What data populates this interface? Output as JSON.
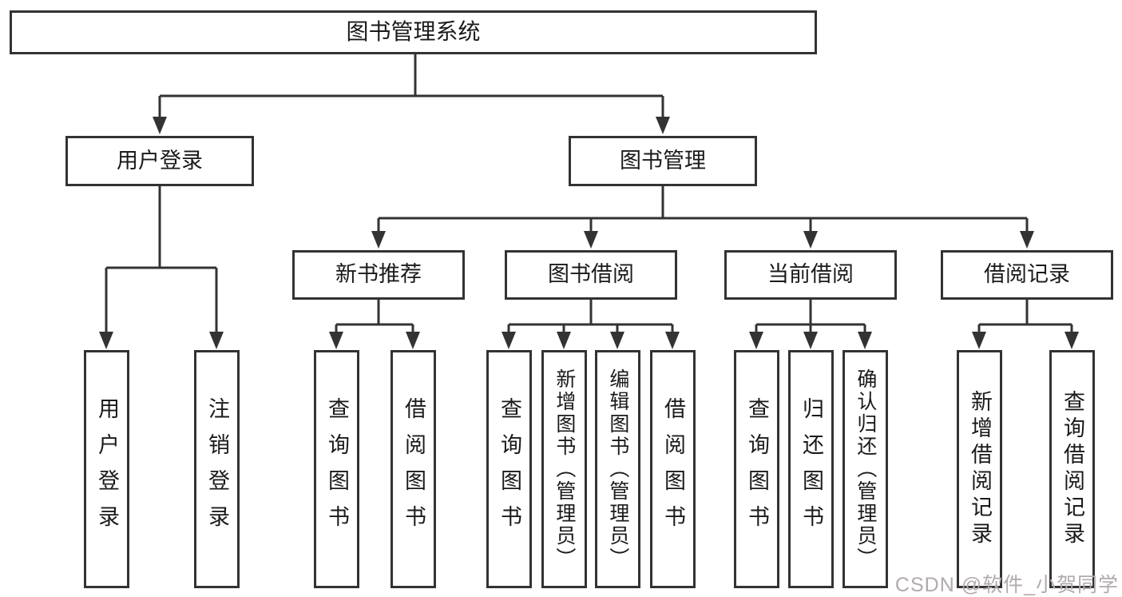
{
  "diagram": {
    "root": {
      "label": "图书管理系统",
      "children": [
        {
          "label": "用户登录",
          "children": [
            {
              "label": "用户登录"
            },
            {
              "label": "注销登录"
            }
          ]
        },
        {
          "label": "图书管理",
          "children": [
            {
              "label": "新书推荐",
              "children": [
                {
                  "label": "查询图书"
                },
                {
                  "label": "借阅图书"
                }
              ]
            },
            {
              "label": "图书借阅",
              "children": [
                {
                  "label": "查询图书"
                },
                {
                  "label": "新增图书（管理员）"
                },
                {
                  "label": "编辑图书（管理员）"
                },
                {
                  "label": "借阅图书"
                }
              ]
            },
            {
              "label": "当前借阅",
              "children": [
                {
                  "label": "查询图书"
                },
                {
                  "label": "归还图书"
                },
                {
                  "label": "确认归还（管理员）"
                }
              ]
            },
            {
              "label": "借阅记录",
              "children": [
                {
                  "label": "新增借阅记录"
                },
                {
                  "label": "查询借阅记录"
                }
              ]
            }
          ]
        }
      ]
    }
  },
  "watermark": {
    "text": "CSDN @软件_小贺同学",
    "color": "#b3abab"
  },
  "colors": {
    "line": "#333333",
    "box_border": "#333333",
    "text": "#1a1a1a",
    "background": "#ffffff"
  }
}
